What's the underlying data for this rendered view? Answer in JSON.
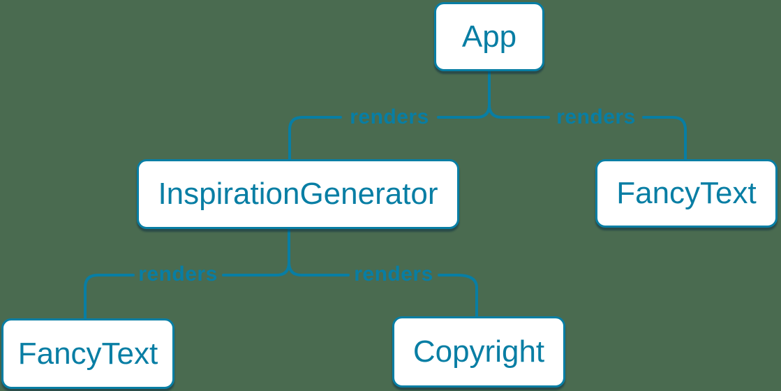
{
  "colors": {
    "background": "#4a6b50",
    "accent": "#087ea4",
    "node_fill": "#ffffff",
    "node_shadow": "rgba(9,44,66,0.5)"
  },
  "diagram": {
    "type": "component-render-tree",
    "nodes": [
      {
        "id": "app",
        "label": "App"
      },
      {
        "id": "inspiration-generator",
        "label": "InspirationGenerator"
      },
      {
        "id": "fancy-text-right",
        "label": "FancyText"
      },
      {
        "id": "fancy-text-left",
        "label": "FancyText"
      },
      {
        "id": "copyright",
        "label": "Copyright"
      }
    ],
    "edges": [
      {
        "from": "App",
        "to": "InspirationGenerator",
        "label": "renders"
      },
      {
        "from": "App",
        "to": "FancyText",
        "label": "renders"
      },
      {
        "from": "InspirationGenerator",
        "to": "FancyText",
        "label": "renders"
      },
      {
        "from": "InspirationGenerator",
        "to": "Copyright",
        "label": "renders"
      }
    ]
  }
}
